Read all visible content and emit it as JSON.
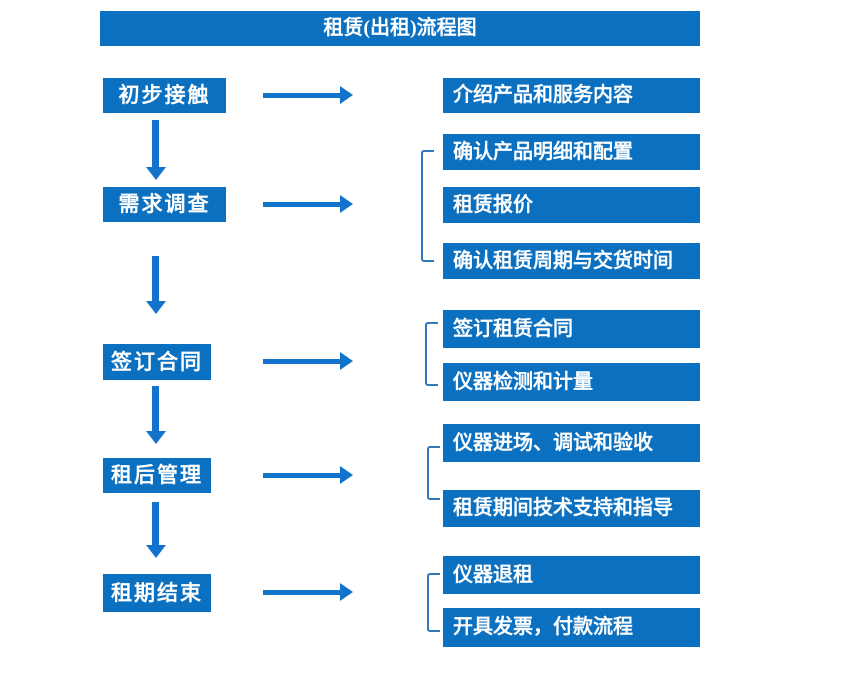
{
  "title": "租赁(出租)流程图",
  "colors": {
    "box_blue": "#0C70C0",
    "arrow_blue": "#1173CB",
    "bracket_blue": "#3377BB",
    "text_white": "#FFFFFF",
    "background": "#FFFFFF"
  },
  "stages": [
    {
      "label": "初步接触",
      "outputs": [
        "介绍产品和服务内容"
      ]
    },
    {
      "label": "需求调查",
      "outputs": [
        "确认产品明细和配置",
        "租赁报价",
        "确认租赁周期与交货时间"
      ]
    },
    {
      "label": "签订合同",
      "outputs": [
        "签订租赁合同",
        "仪器检测和计量"
      ]
    },
    {
      "label": "租后管理",
      "outputs": [
        "仪器进场、调试和验收",
        "租赁期间技术支持和指导"
      ]
    },
    {
      "label": "租期结束",
      "outputs": [
        "仪器退租",
        "开具发票，付款流程"
      ]
    }
  ]
}
